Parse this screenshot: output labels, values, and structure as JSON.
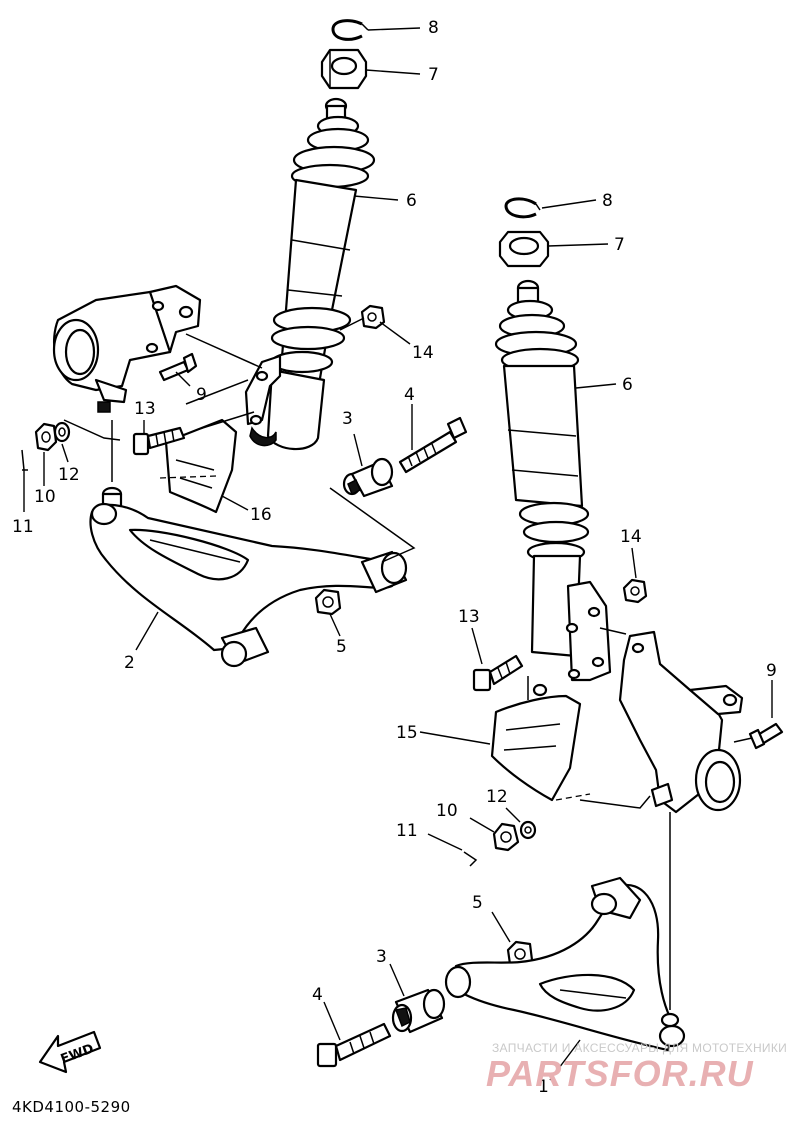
{
  "diagram": {
    "doc_code": "4KD4100-5290",
    "fwd_label": "FWD",
    "watermark_text": "ЗАПЧАСТИ И АКСЕССУАРЫ ДЛЯ МОТОТЕХНИКИ",
    "watermark_logo": "PARTSFOR.RU",
    "left_callouts": [
      "8",
      "7",
      "6",
      "14",
      "9",
      "13",
      "3",
      "4",
      "12",
      "10",
      "11",
      "16",
      "2",
      "5"
    ],
    "right_callouts": [
      "8",
      "7",
      "6",
      "14",
      "13",
      "9",
      "15",
      "12",
      "10",
      "11",
      "5",
      "3",
      "4",
      "1"
    ]
  }
}
